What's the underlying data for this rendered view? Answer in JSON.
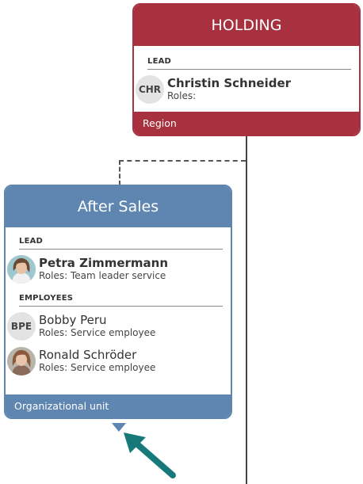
{
  "colors": {
    "holding": "#a8313f",
    "after_sales": "#5e86b0",
    "arrow": "#17797a",
    "connector": "#444444"
  },
  "holding": {
    "title": "HOLDING",
    "lead_label": "LEAD",
    "lead": {
      "initials": "CHR",
      "name": "Christin Schneider",
      "roles": "Roles:"
    },
    "footer": "Region"
  },
  "after_sales": {
    "title": "After Sales",
    "lead_label": "LEAD",
    "lead": {
      "avatar": "female-photo",
      "name": "Petra Zimmermann",
      "roles": "Roles: Team leader service"
    },
    "employees_label": "EMPLOYEES",
    "employees": [
      {
        "initials": "BPE",
        "name": "Bobby Peru",
        "roles": "Roles: Service employee"
      },
      {
        "avatar": "female-photo",
        "name": "Ronald Schröder",
        "roles": "Roles: Service employee"
      }
    ],
    "footer": "Organizational unit"
  }
}
